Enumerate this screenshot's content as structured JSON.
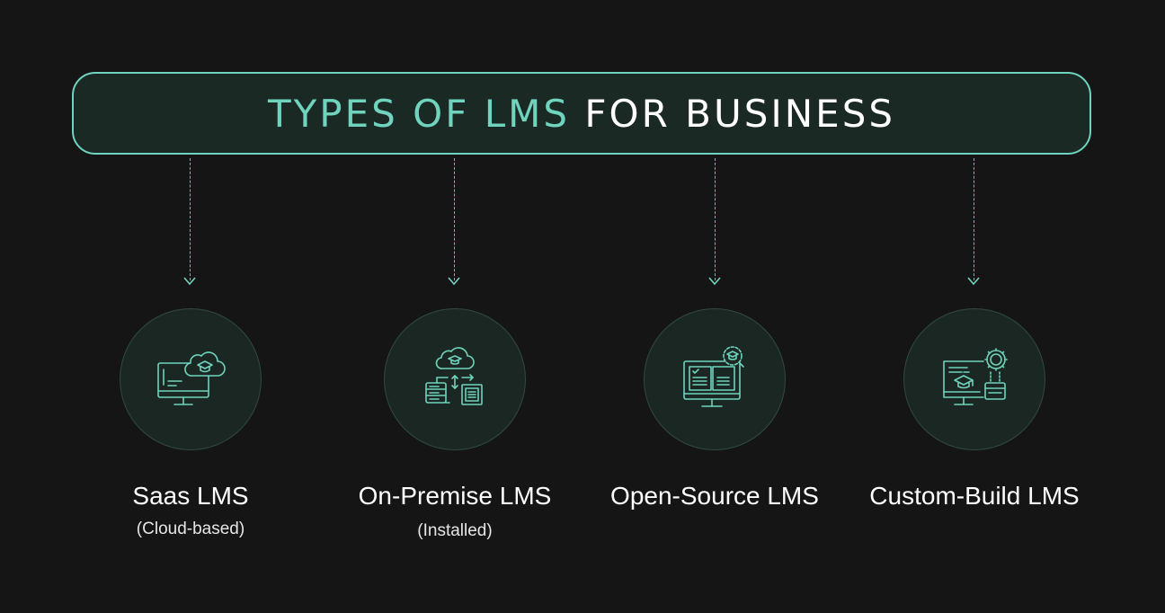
{
  "header": {
    "title_accent": "TYPES OF LMS",
    "title_plain": "FOR BUSINESS"
  },
  "colors": {
    "accent": "#6fd3bd",
    "background": "#151515",
    "title_box": "#1b2924",
    "circle_fill": "#1b2722"
  },
  "items": [
    {
      "label": "Saas LMS",
      "sublabel": "(Cloud-based)",
      "icon": "cloud-computer-icon"
    },
    {
      "label": "On-Premise LMS",
      "sublabel": "(Installed)",
      "icon": "cloud-server-sync-icon"
    },
    {
      "label": "Open-Source LMS",
      "sublabel": "",
      "icon": "open-book-monitor-icon"
    },
    {
      "label": "Custom-Build LMS",
      "sublabel": "",
      "icon": "custom-build-gear-icon"
    }
  ]
}
